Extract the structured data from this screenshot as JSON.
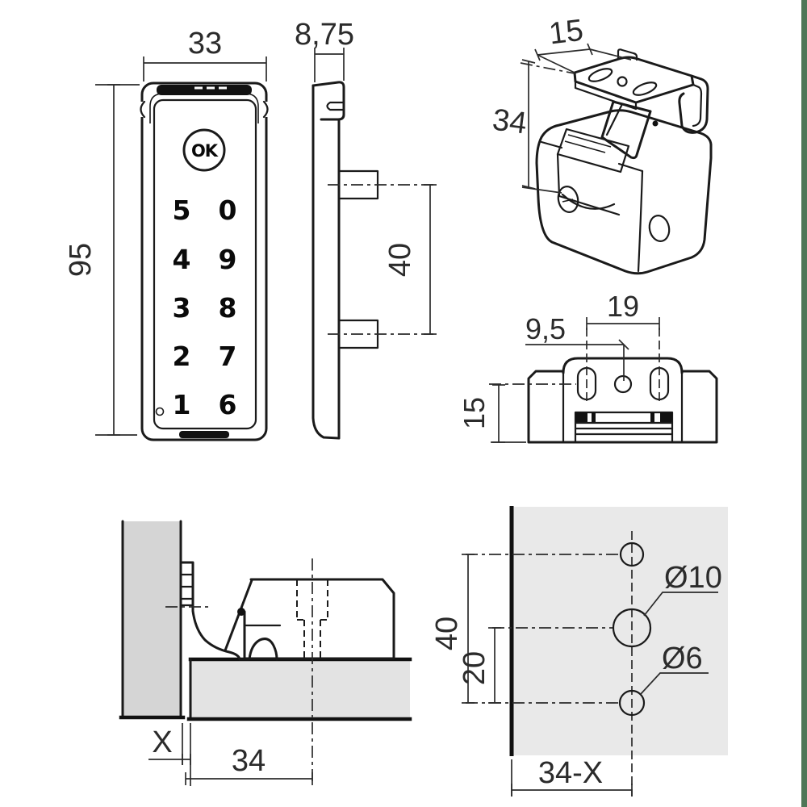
{
  "drawing": {
    "type": "technical-dimension-drawing",
    "subject": "digital-keypad-furniture-lock",
    "line_color": "#1a1a1a",
    "dim_color": "#2b2b2b",
    "door_panel_gray": "#d5d5d5",
    "board_panel_gray": "#e3e3e3",
    "template_gray": "#e9e9e9",
    "accent_strip_color": "#4f7657"
  },
  "front_view": {
    "width_dim": "33",
    "height_dim": "95",
    "ok_label": "OK",
    "digits": [
      "5",
      "0",
      "4",
      "9",
      "3",
      "8",
      "2",
      "7",
      "1",
      "6"
    ]
  },
  "side_view": {
    "thickness_dim": "8,75",
    "pin_spacing_dim": "40"
  },
  "latch_3d_view": {
    "bracket_width_dim": "15",
    "height_dim": "34"
  },
  "strike_plate_view": {
    "slot_spacing_dim": "19",
    "hole_offset_dim": "9,5",
    "height_dim": "15"
  },
  "cross_section_view": {
    "offset_dim": "X",
    "depth_dim": "34"
  },
  "drilling_template": {
    "hole_spacing_dim": "40",
    "lower_spacing_dim": "20",
    "large_hole_dia": "Ø10",
    "small_hole_dia": "Ø6",
    "edge_distance_dim": "34-X"
  }
}
